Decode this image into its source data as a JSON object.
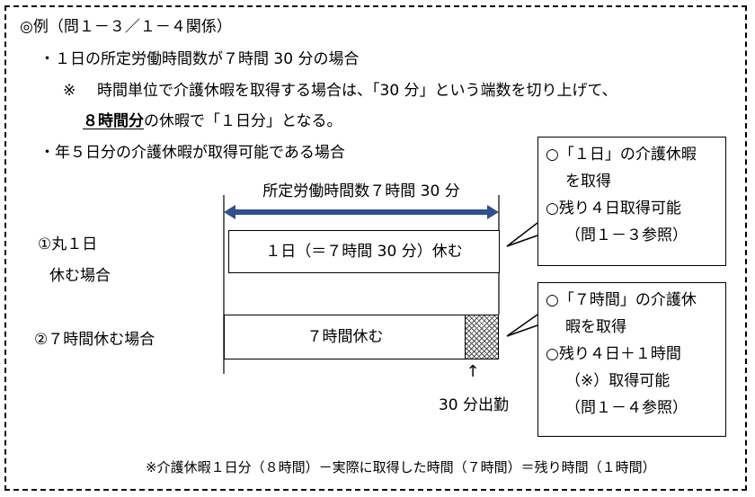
{
  "heading": "◎例（問１－３／１－４関係）",
  "bullet1": "・１日の所定労働時間数が７時間 30 分の場合",
  "note": {
    "mark": "※",
    "line1": "時間単位で介護休暇を取得する場合は、「30 分」という端数を切り上げて、",
    "line2_underlined": "８時間分",
    "line2_rest": "の休暇で「１日分」となる。"
  },
  "bullet2": "・年５日分の介護休暇が取得可能である場合",
  "arrow_label": "所定労働時間数７時間 30 分",
  "case1": {
    "label_line1": "①丸１日",
    "label_line2": "休む場合",
    "bar_text": "１日（＝７時間 30 分）休む"
  },
  "case2": {
    "label": "②７時間休む場合",
    "bar_text": "７時間休む",
    "pointer": "↑",
    "pointer_label": "30 分出勤"
  },
  "callout1": {
    "line1": "○「１日」の介護休暇",
    "line2": "を取得",
    "line3": "○残り４日取得可能",
    "line4": "（問１－３参照）"
  },
  "callout2": {
    "line1": "○「７時間」の介護休",
    "line2": "暇を取得",
    "line3": "○残り４日＋１時間",
    "line4": "（※）取得可能",
    "line5": "（問１－４参照）"
  },
  "footnote": "※介護休暇１日分（８時間）－実際に取得した時間（７時間）＝残り時間（１時間）",
  "colors": {
    "arrow": "#2f4f8f",
    "hatch": "#555555"
  }
}
